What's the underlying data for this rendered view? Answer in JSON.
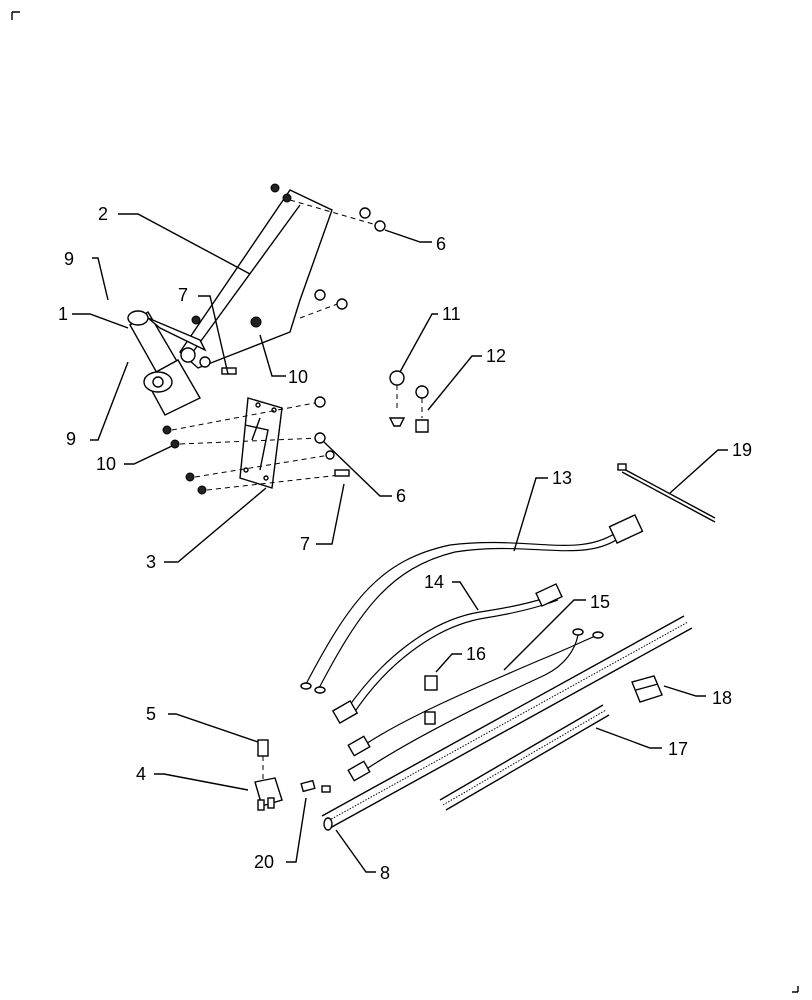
{
  "diagram": {
    "callouts": [
      {
        "id": "c2a",
        "label": "2"
      },
      {
        "id": "c6a",
        "label": "6"
      },
      {
        "id": "c9a",
        "label": "9"
      },
      {
        "id": "c7a",
        "label": "7"
      },
      {
        "id": "c1",
        "label": "1"
      },
      {
        "id": "c10a",
        "label": "10"
      },
      {
        "id": "c9b",
        "label": "9"
      },
      {
        "id": "c10b",
        "label": "10"
      },
      {
        "id": "c6b",
        "label": "6"
      },
      {
        "id": "c3",
        "label": "3"
      },
      {
        "id": "c7b",
        "label": "7"
      },
      {
        "id": "c11",
        "label": "11"
      },
      {
        "id": "c12",
        "label": "12"
      },
      {
        "id": "c19",
        "label": "19"
      },
      {
        "id": "c13",
        "label": "13"
      },
      {
        "id": "c14",
        "label": "14"
      },
      {
        "id": "c15",
        "label": "15"
      },
      {
        "id": "c16",
        "label": "16"
      },
      {
        "id": "c18",
        "label": "18"
      },
      {
        "id": "c5",
        "label": "5"
      },
      {
        "id": "c17",
        "label": "17"
      },
      {
        "id": "c4",
        "label": "4"
      },
      {
        "id": "c20",
        "label": "20"
      },
      {
        "id": "c8",
        "label": "8"
      }
    ]
  }
}
